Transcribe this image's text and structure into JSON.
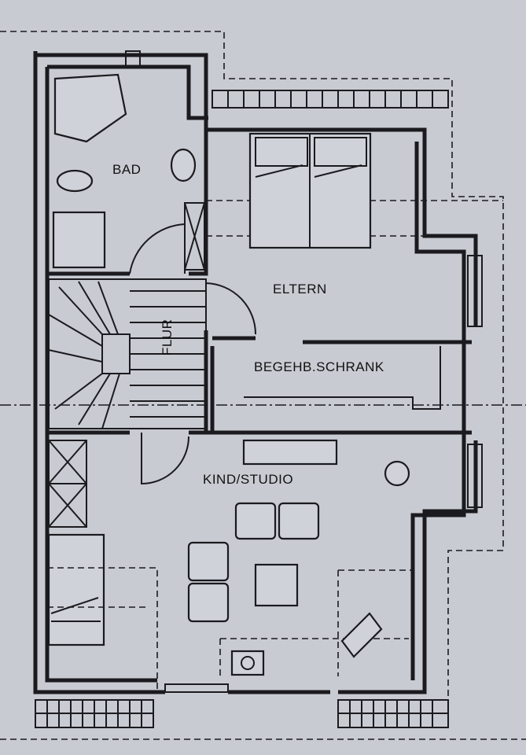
{
  "plan": {
    "rooms": {
      "bad": "BAD",
      "eltern": "ELTERN",
      "flur": "FLUR",
      "schrank": "BEGEHB.SCHRANK",
      "kind": "KIND/STUDIO"
    }
  },
  "colors": {
    "paper": "#c8cbd2",
    "ink": "#1b1b1f"
  }
}
